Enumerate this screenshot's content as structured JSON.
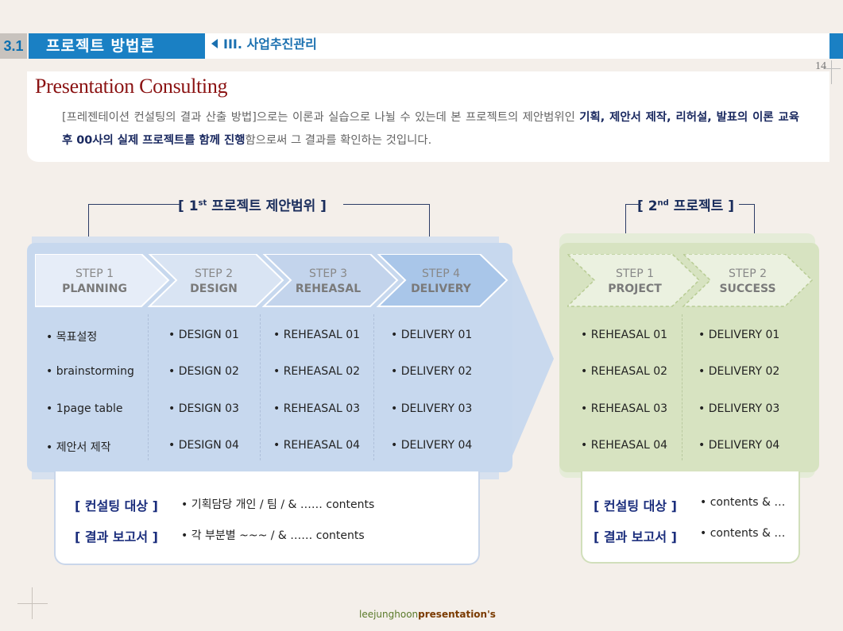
{
  "header": {
    "section_number": "3.1",
    "section_title": "프로젝트  방법론",
    "subtitle": "III. 사업추진관리",
    "page_number": "14"
  },
  "intro": {
    "title": "Presentation Consulting",
    "body_parts": [
      "[프레젠테이션 컨설팅의 결과 산출 방법]으로는 이론과 실습으로 나뉠 수 있는데 본 프로젝트의 제안범위인 ",
      "기획, 제안서 제작, 리허설, 발표의 이론 교육 후 00사의 실제 프로젝트를 함께 진행",
      "함으로써 그 결과를 확인하는 것입니다."
    ]
  },
  "scope1": {
    "bracket_open": "[ ",
    "num": "1",
    "sup": "st",
    "label": " 프로젝트 제안범위 ",
    "bracket_close": "]",
    "steps": [
      {
        "step": "STEP 1",
        "title": "PLANNING"
      },
      {
        "step": "STEP 2",
        "title": "DESIGN"
      },
      {
        "step": "STEP 3",
        "title": "REHEASAL"
      },
      {
        "step": "STEP 4",
        "title": "DELIVERY"
      }
    ],
    "columns": [
      [
        "• 목표설정",
        "• brainstorming",
        "• 1page table",
        "• 제안서 제작"
      ],
      [
        "• DESIGN 01",
        "• DESIGN 02",
        "• DESIGN 03",
        "• DESIGN 04"
      ],
      [
        "• REHEASAL  01",
        "• REHEASAL  02",
        "• REHEASAL  03",
        "• REHEASAL  04"
      ],
      [
        "• DELIVERY 01",
        "• DELIVERY 02",
        "• DELIVERY 03",
        "• DELIVERY 04"
      ]
    ],
    "card": {
      "label1": "[ 컨설팅 대상 ]",
      "text1": "• 기획담당 개인 / 팀 / & …… contents",
      "label2": "[ 결과 보고서 ]",
      "text2": "• 각 부분별 ~~~ / & …… contents"
    }
  },
  "scope2": {
    "bracket_open": "[ ",
    "num": "2",
    "sup": "nd",
    "label": " 프로젝트 ",
    "bracket_close": "]",
    "steps": [
      {
        "step": "STEP 1",
        "title": "PROJECT"
      },
      {
        "step": "STEP 2",
        "title": "SUCCESS"
      }
    ],
    "columns": [
      [
        "• REHEASAL  01",
        "• REHEASAL  02",
        "• REHEASAL  03",
        "• REHEASAL  04"
      ],
      [
        "• DELIVERY 01",
        "• DELIVERY 02",
        "• DELIVERY 03",
        "• DELIVERY 04"
      ]
    ],
    "card": {
      "label1": "[ 컨설팅 대상 ]",
      "text1": "• contents  & …",
      "label2": "[ 결과 보고서 ]",
      "text2": "• contents  & …"
    }
  },
  "footer": {
    "part_a": "leejunghoon",
    "part_b": "presentation's"
  },
  "colors": {
    "accent_blue": "#1a80c4",
    "title_red": "#8b1313",
    "panel_blue": "#c7d8ee",
    "panel_green": "#d7e3c1"
  }
}
